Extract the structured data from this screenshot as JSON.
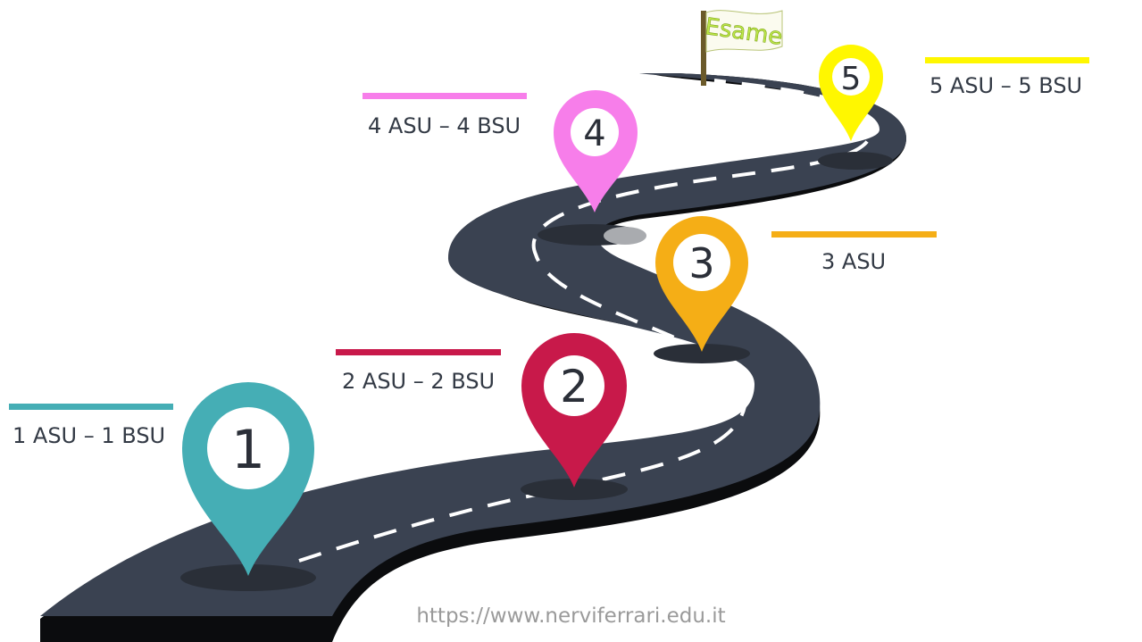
{
  "goal": {
    "flag_text": "Esame"
  },
  "steps": [
    {
      "number": "1",
      "label": "1 ASU – 1 BSU",
      "color": "#45AEB5"
    },
    {
      "number": "2",
      "label": "2 ASU – 2 BSU",
      "color": "#C8194A"
    },
    {
      "number": "3",
      "label": "3 ASU",
      "color": "#F5AE16"
    },
    {
      "number": "4",
      "label": "4 ASU – 4 BSU",
      "color": "#F77EEA"
    },
    {
      "number": "5",
      "label": "5 ASU – 5 BSU",
      "color": "#FFF700"
    }
  ],
  "footer": {
    "url": "https://www.nerviferrari.edu.it"
  }
}
